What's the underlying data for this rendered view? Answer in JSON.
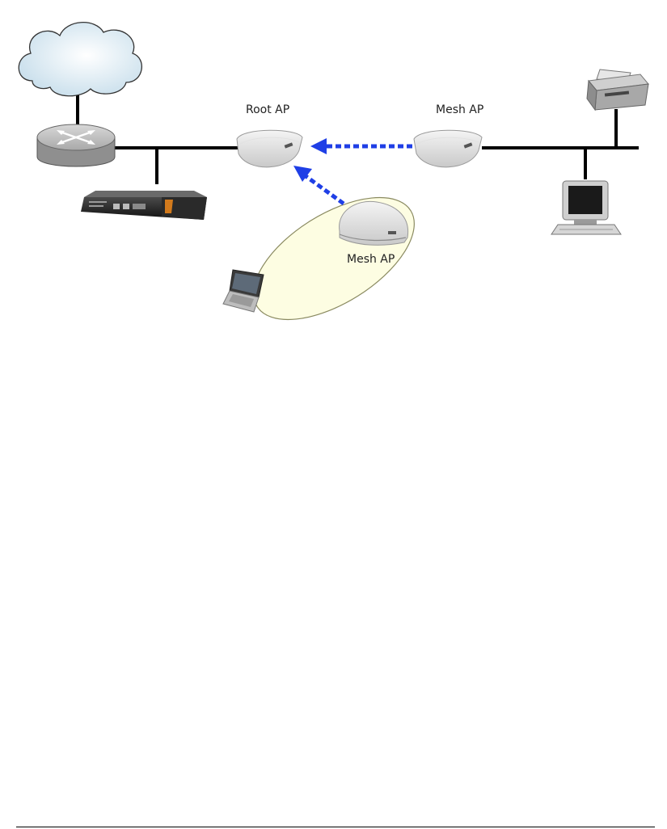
{
  "labels": {
    "root_ap": "Root AP",
    "mesh_ap_right": "Mesh AP",
    "mesh_ap_bottom": "Mesh AP"
  },
  "colors": {
    "wire": "#000000",
    "mesh_link": "#1f3fe6",
    "coverage_fill": "#fdfde2",
    "coverage_stroke": "#8a8a60",
    "cloud": "#d9e9f3"
  },
  "icons": [
    "cloud-icon",
    "router-icon",
    "zonedirector-icon",
    "access-point-icon",
    "laptop-icon",
    "printer-icon",
    "desktop-computer-icon"
  ]
}
